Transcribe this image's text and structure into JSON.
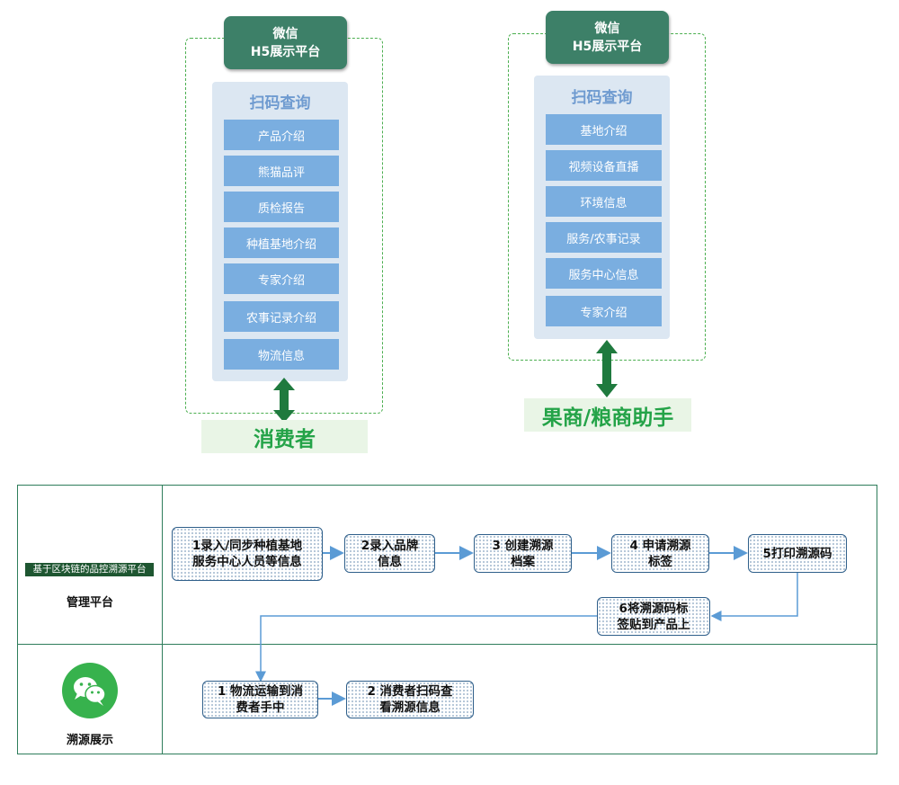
{
  "left_panel": {
    "header_line1": "微信",
    "header_line2": "H5展示平台",
    "scan_title": "扫码查询",
    "items": [
      "产品介绍",
      "熊猫品评",
      "质检报告",
      "种植基地介绍",
      "专家介绍",
      "农事记录介绍",
      "物流信息"
    ],
    "role": "消费者"
  },
  "right_panel": {
    "header_line1": "微信",
    "header_line2": "H5展示平台",
    "scan_title": "扫码查询",
    "items": [
      "基地介绍",
      "视频设备直播",
      "环境信息",
      "服务/农事记录",
      "服务中心信息",
      "专家介绍"
    ],
    "role": "果商/粮商助手"
  },
  "flow": {
    "platform_tag": "基于区块链的品控溯源平台",
    "lane1_label": "管理平台",
    "lane2_label": "溯源展示",
    "lane1_steps": [
      "1录入/同步种植基地\n服务中心人员等信息",
      "2录入品牌\n信息",
      "3 创建溯源\n档案",
      "4 申请溯源\n标签",
      "5打印溯源码",
      "6将溯源码标\n签贴到产品上"
    ],
    "lane2_steps": [
      "1 物流运输到消\n费者手中",
      "2 消费者扫码查\n看溯源信息"
    ]
  },
  "colors": {
    "header_green": "#3d8068",
    "button_blue": "#7aaee0",
    "panel_bg": "#dce7f2",
    "accent_green": "#24a348",
    "arrow_blue": "#5b9bd5",
    "dash_green": "#4caf50"
  },
  "icons": {
    "wechat": "wechat-icon",
    "double_arrow": "double-arrow-icon"
  }
}
